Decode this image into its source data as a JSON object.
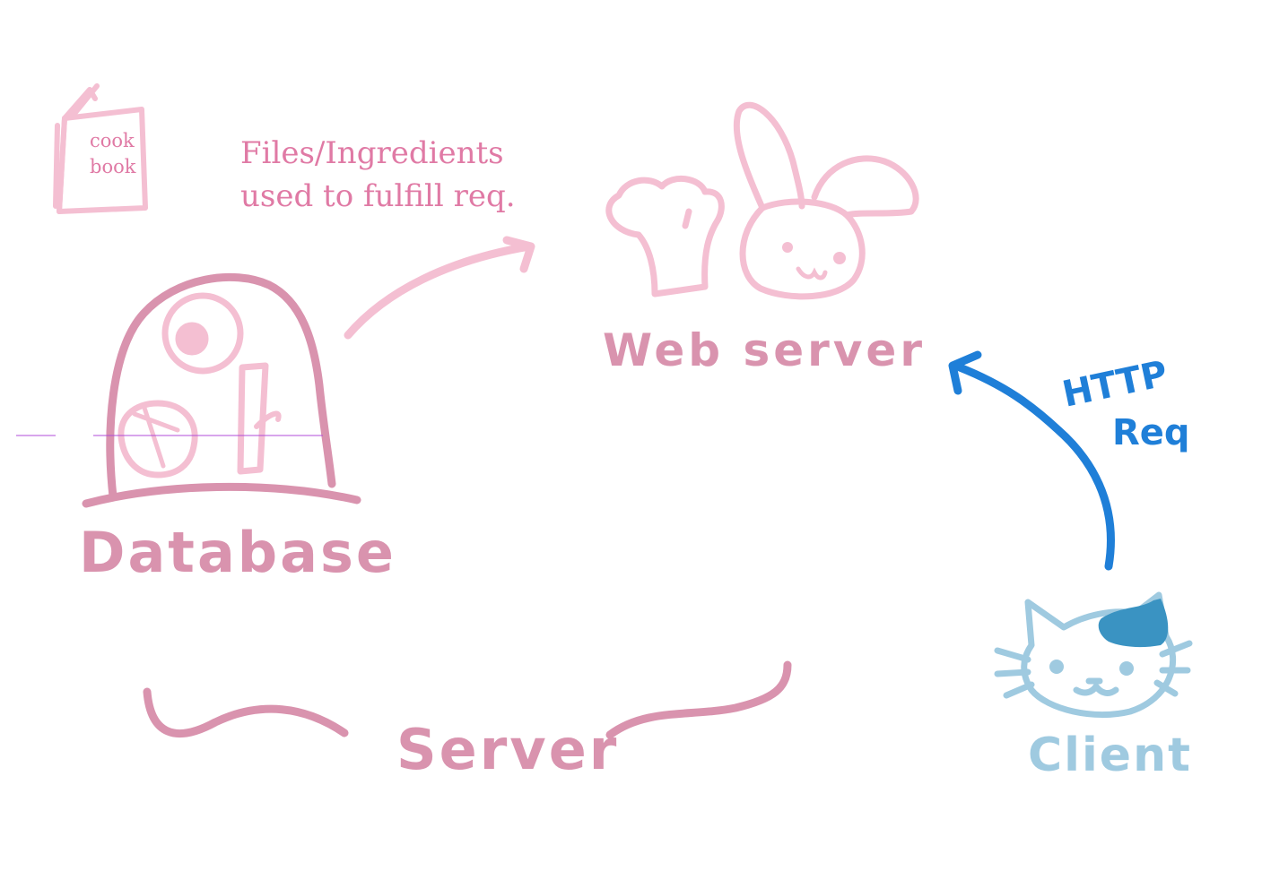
{
  "labels": {
    "cookbook_line1": "cook",
    "cookbook_line2": "book",
    "note_line1": "Files/Ingredients",
    "note_line2": "used to fulfill req.",
    "web_server": "Web server",
    "database": "Database",
    "http_line1": "HTTP",
    "http_line2": "Req",
    "server": "Server",
    "client": "Client"
  },
  "colors": {
    "pink_light": "#f4bfd2",
    "pink_text": "#e07aa5",
    "mauve": "#d993ae",
    "blue": "#1f7fd8",
    "blue_light": "#9fcae0",
    "blue_patch": "#3a93c2",
    "purple_line": "#b04bd8"
  },
  "icons": {
    "cookbook": "cookbook-icon",
    "chef_hat": "chef-hat-icon",
    "bunny": "bunny-icon",
    "database_dome": "database-dome-icon",
    "cat": "cat-icon"
  }
}
